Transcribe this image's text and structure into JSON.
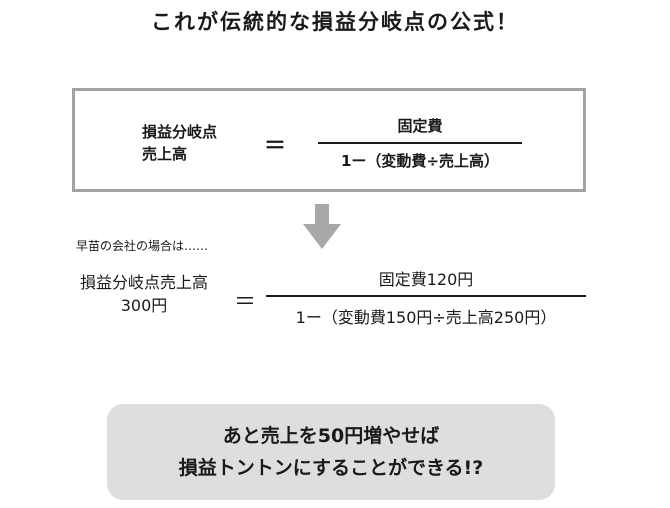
{
  "title": "これが伝統的な損益分岐点の公式！",
  "formula": {
    "lhs_line1": "損益分岐点",
    "lhs_line2": "売上高",
    "equals": "＝",
    "numerator": "固定費",
    "denominator": "1ー（変動費÷売上高）"
  },
  "arrow_color": "#a8a8a8",
  "example": {
    "lead": "早苗の会社の場合は……",
    "lhs_line1": "損益分岐点売上高",
    "lhs_line2": "300円",
    "equals": "＝",
    "numerator": "固定費120円",
    "denominator": "1ー（変動費150円÷売上高250円）"
  },
  "callout": {
    "line1": "あと売上を50円増やせば",
    "line2": "損益トントンにすることができる!?"
  }
}
